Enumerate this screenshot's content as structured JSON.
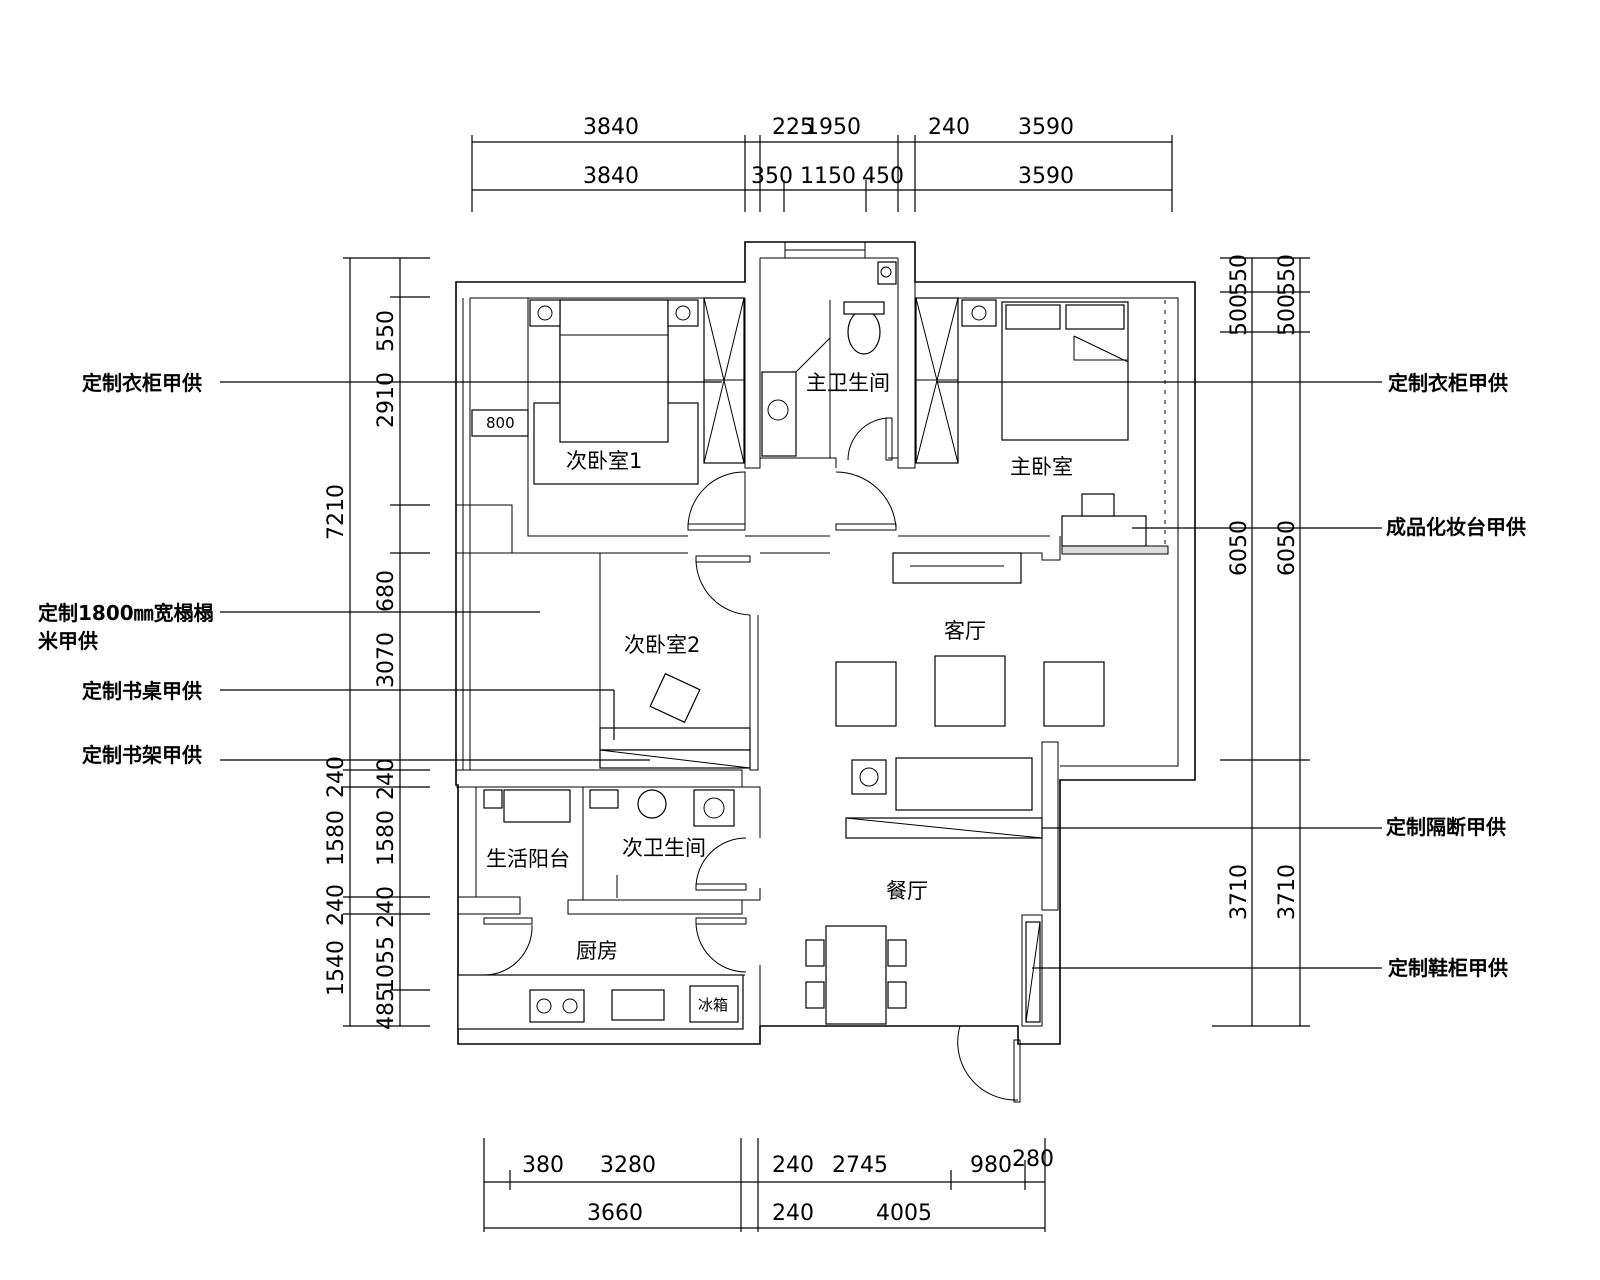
{
  "dims_top": {
    "row1": [
      "3840",
      "225",
      "1950",
      "240",
      "3590"
    ],
    "row2": [
      "3840",
      "350",
      "1150",
      "450",
      "3590"
    ]
  },
  "dims_bottom": {
    "row1": [
      "380",
      "3280",
      "240",
      "2745",
      "980",
      "280"
    ],
    "row2": [
      "3660",
      "240",
      "4005"
    ]
  },
  "dims_left": {
    "outer": [
      "7210",
      "1540"
    ],
    "inner": [
      "550",
      "2910",
      "680",
      "3070",
      "240",
      "1580",
      "240",
      "1055",
      "485"
    ],
    "extra": [
      "240",
      "1580",
      "240"
    ]
  },
  "dims_right": {
    "col1": [
      "500",
      "550",
      "6050",
      "3710"
    ],
    "col2": [
      "500",
      "550",
      "6050",
      "3710"
    ]
  },
  "rooms": {
    "bedroom2_1": "次卧室1",
    "master_bath": "主卫生间",
    "master_bedroom": "主卧室",
    "bedroom2_2": "次卧室2",
    "living": "客厅",
    "balcony": "生活阳台",
    "guest_bath": "次卫生间",
    "dining": "餐厅",
    "kitchen": "厨房"
  },
  "callouts": {
    "left_wardrobe": "定制衣柜甲供",
    "tatami_line1": "定制1800㎜宽榻榻",
    "tatami_line2": "米甲供",
    "desk": "定制书桌甲供",
    "bookshelf": "定制书架甲供",
    "right_wardrobe": "定制衣柜甲供",
    "vanity": "成品化妆台甲供",
    "partition": "定制隔断甲供",
    "shoe_cabinet": "定制鞋柜甲供"
  },
  "misc": {
    "bench_width": "800",
    "fridge_label": "冰箱"
  }
}
